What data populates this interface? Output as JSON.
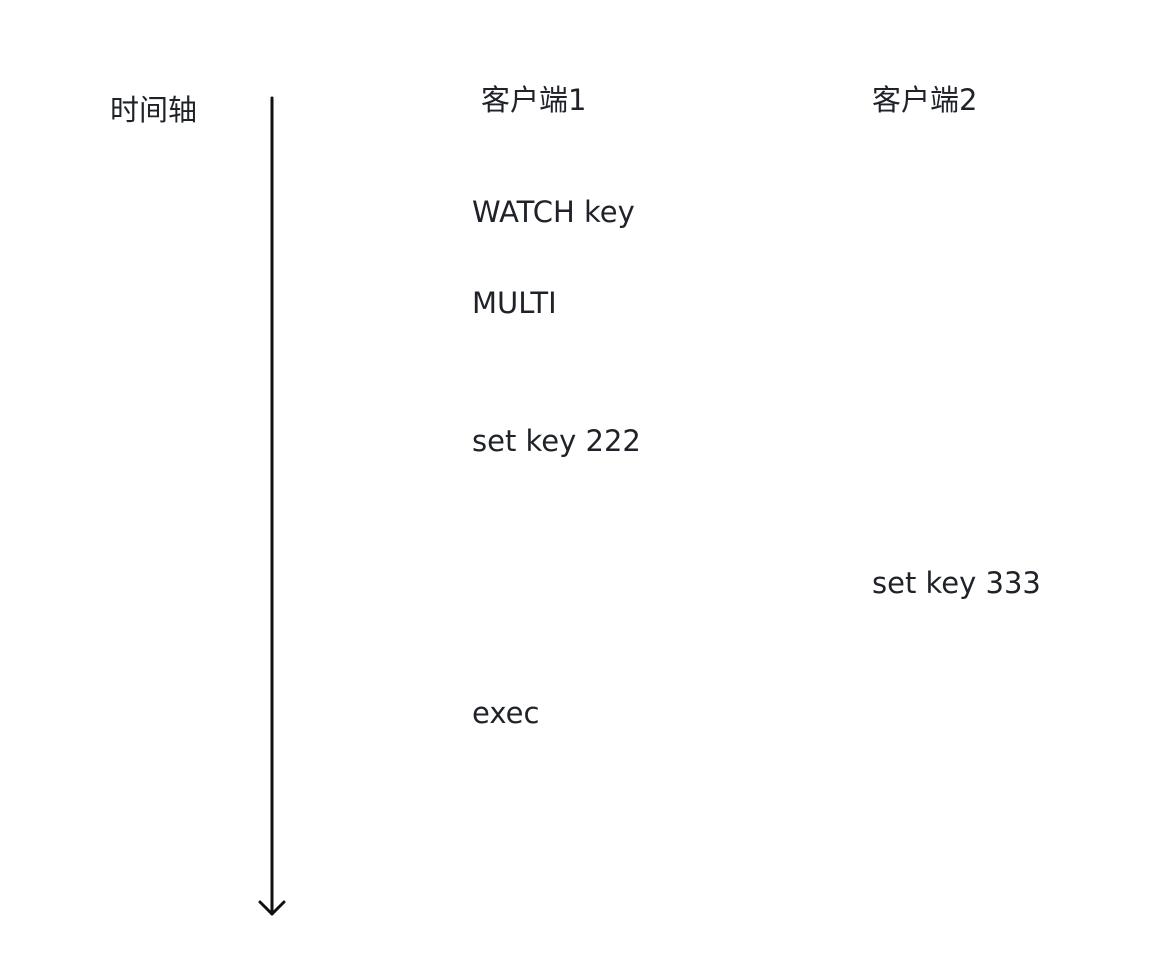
{
  "timeline": {
    "label": "时间轴"
  },
  "clients": {
    "client1": "客户端1",
    "client2": "客户端2"
  },
  "commands": {
    "watch": "WATCH key",
    "multi": "MULTI",
    "set_client1": "set key 222",
    "set_client2": "set key 333",
    "exec": "exec"
  },
  "colors": {
    "text": "#1f2329",
    "axis": "#111111",
    "background": "#ffffff"
  }
}
